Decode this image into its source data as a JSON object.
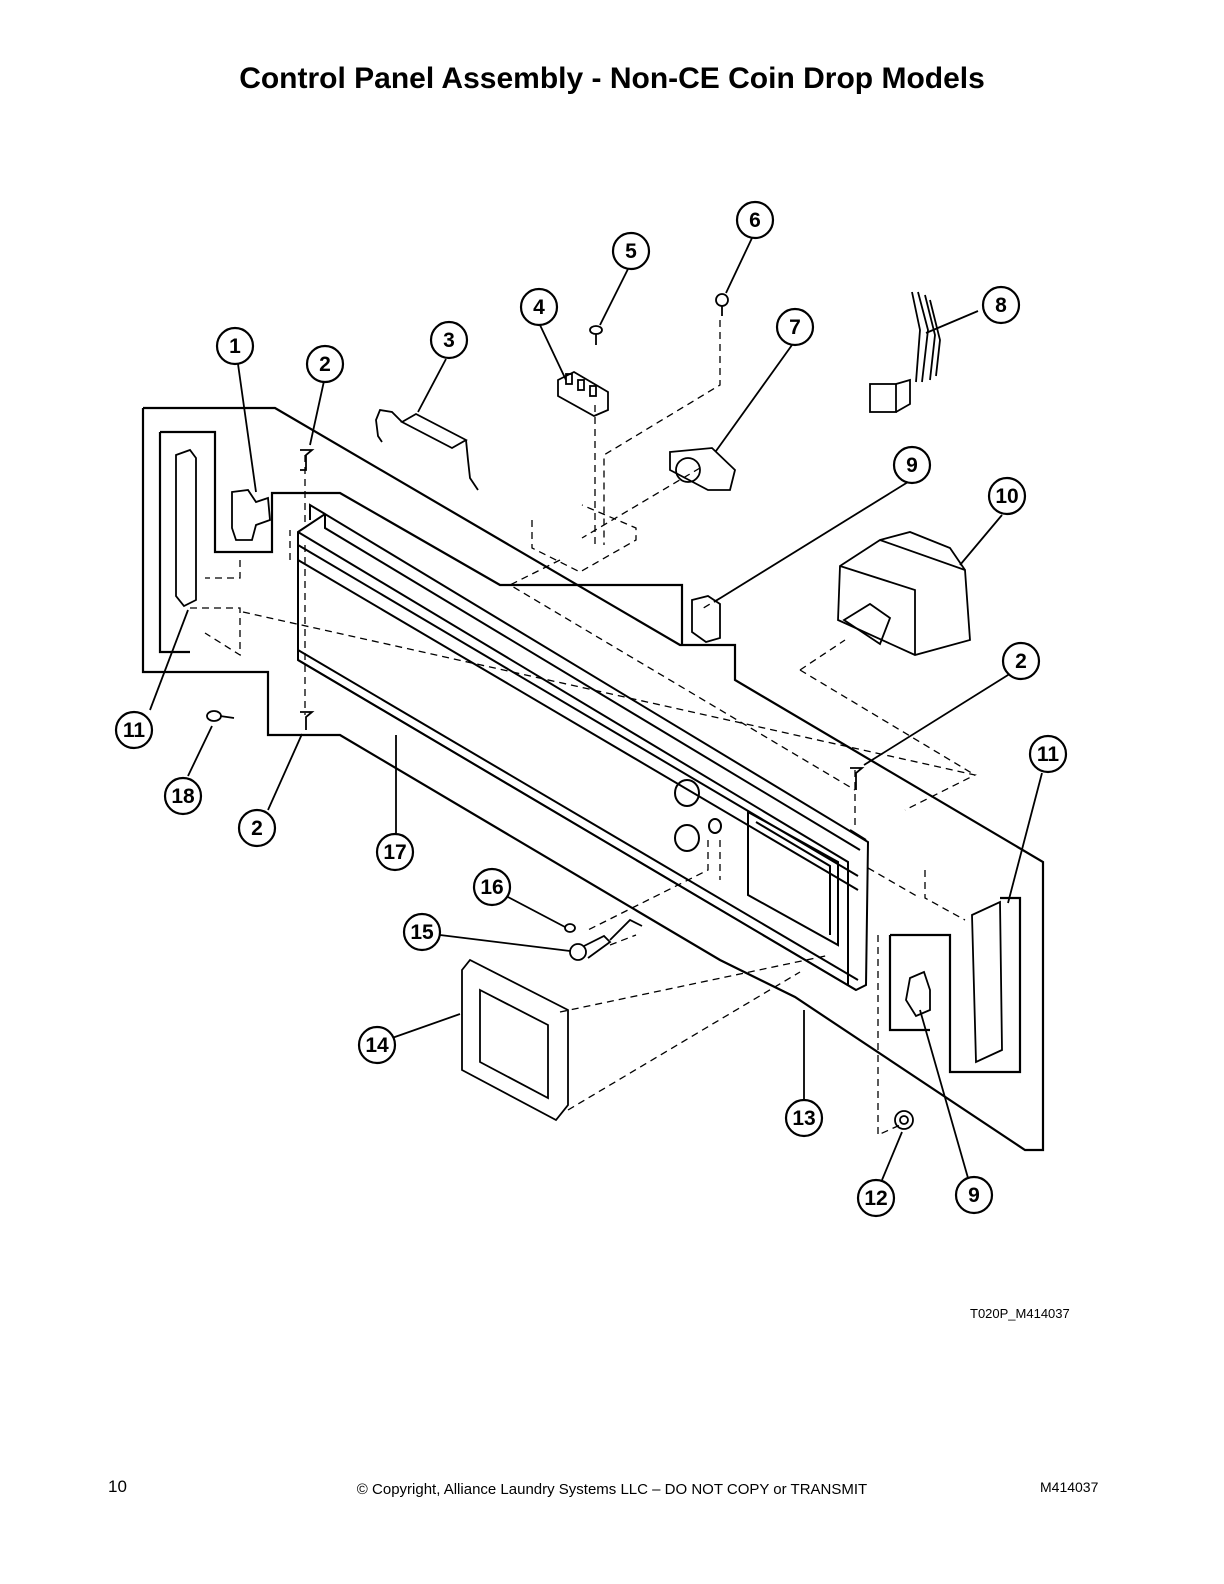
{
  "title": "Control Panel Assembly - Non-CE Coin Drop Models",
  "drawing_id": "T020P_M414037",
  "footer": {
    "page_number": "10",
    "copyright": "© Copyright, Alliance Laundry Systems LLC – DO NOT COPY or TRANSMIT",
    "document_number": "M414037"
  },
  "callouts": [
    "1",
    "2",
    "3",
    "4",
    "5",
    "6",
    "7",
    "8",
    "9",
    "10",
    "2",
    "11",
    "11",
    "18",
    "2",
    "17",
    "16",
    "15",
    "14",
    "13",
    "12",
    "9"
  ]
}
